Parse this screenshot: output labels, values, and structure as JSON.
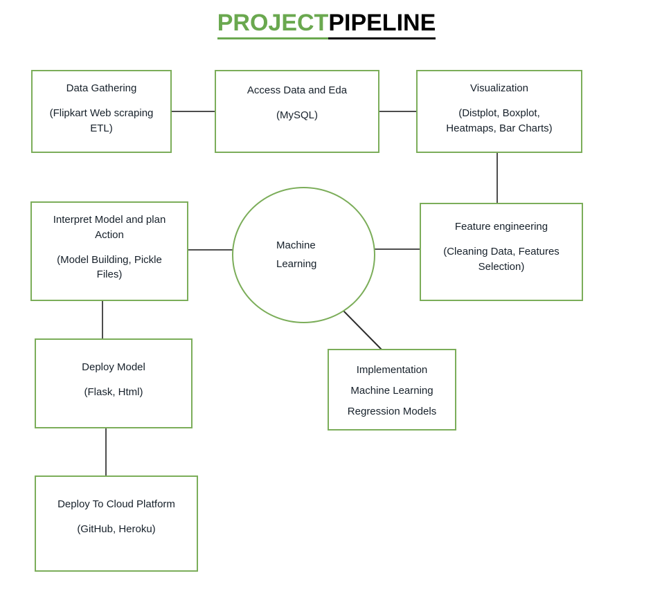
{
  "title": {
    "part1": "PROJECT",
    "part2": "PIPELINE"
  },
  "diagram": {
    "nodes": {
      "data_gathering": {
        "line1": "Data Gathering",
        "line2": "(Flipkart Web scraping",
        "line3": "ETL)"
      },
      "access_data": {
        "line1": "Access Data and Eda",
        "line2": "(MySQL)"
      },
      "visualization": {
        "line1": "Visualization",
        "line2": "(Distplot, Boxplot,",
        "line3": "Heatmaps, Bar Charts)"
      },
      "interpret_model": {
        "line1": "Interpret Model and plan",
        "line2": "Action",
        "line3": "(Model Building, Pickle",
        "line4": "Files)"
      },
      "machine_learning": {
        "line1": "Machine",
        "line2": "Learning"
      },
      "feature_engineering": {
        "line1": "Feature engineering",
        "line2": "(Cleaning Data, Features",
        "line3": "Selection)"
      },
      "deploy_model": {
        "line1": "Deploy Model",
        "line2": "(Flask, Html)"
      },
      "implementation": {
        "line1": "Implementation",
        "line2": "Machine Learning",
        "line3": "Regression Models"
      },
      "deploy_cloud": {
        "line1": "Deploy To Cloud Platform",
        "line2": "(GitHub, Heroku)"
      }
    },
    "colors": {
      "node_border": "#7bad59",
      "title_accent": "#6aa84f",
      "title_plain": "#000000",
      "connector": "#4d4d4d",
      "background": "#ffffff"
    }
  }
}
